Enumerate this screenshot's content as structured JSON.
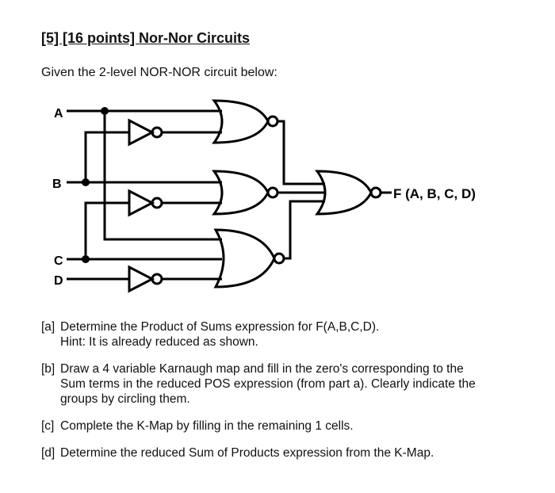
{
  "header": {
    "title": "[5] [16 points]  Nor-Nor Circuits",
    "intro": "Given the 2-level NOR-NOR circuit below:"
  },
  "circuit": {
    "inputs": [
      "A",
      "B",
      "C",
      "D"
    ],
    "output_label": "F (A, B, C, D)"
  },
  "parts": [
    {
      "tag": "[a]",
      "lines": [
        "Determine the Product of Sums expression for F(A,B,C,D).",
        "Hint: It is already reduced as shown."
      ]
    },
    {
      "tag": "[b]",
      "lines": [
        "Draw a 4 variable Karnaugh map and fill in the zero's corresponding to the",
        "Sum terms in the reduced POS expression (from part a). Clearly indicate the",
        "groups by circling them."
      ]
    },
    {
      "tag": "[c]",
      "lines": [
        "Complete the K-Map by filling in the remaining 1 cells."
      ]
    },
    {
      "tag": "[d]",
      "lines": [
        "Determine the reduced Sum of Products expression from the K-Map."
      ]
    }
  ]
}
